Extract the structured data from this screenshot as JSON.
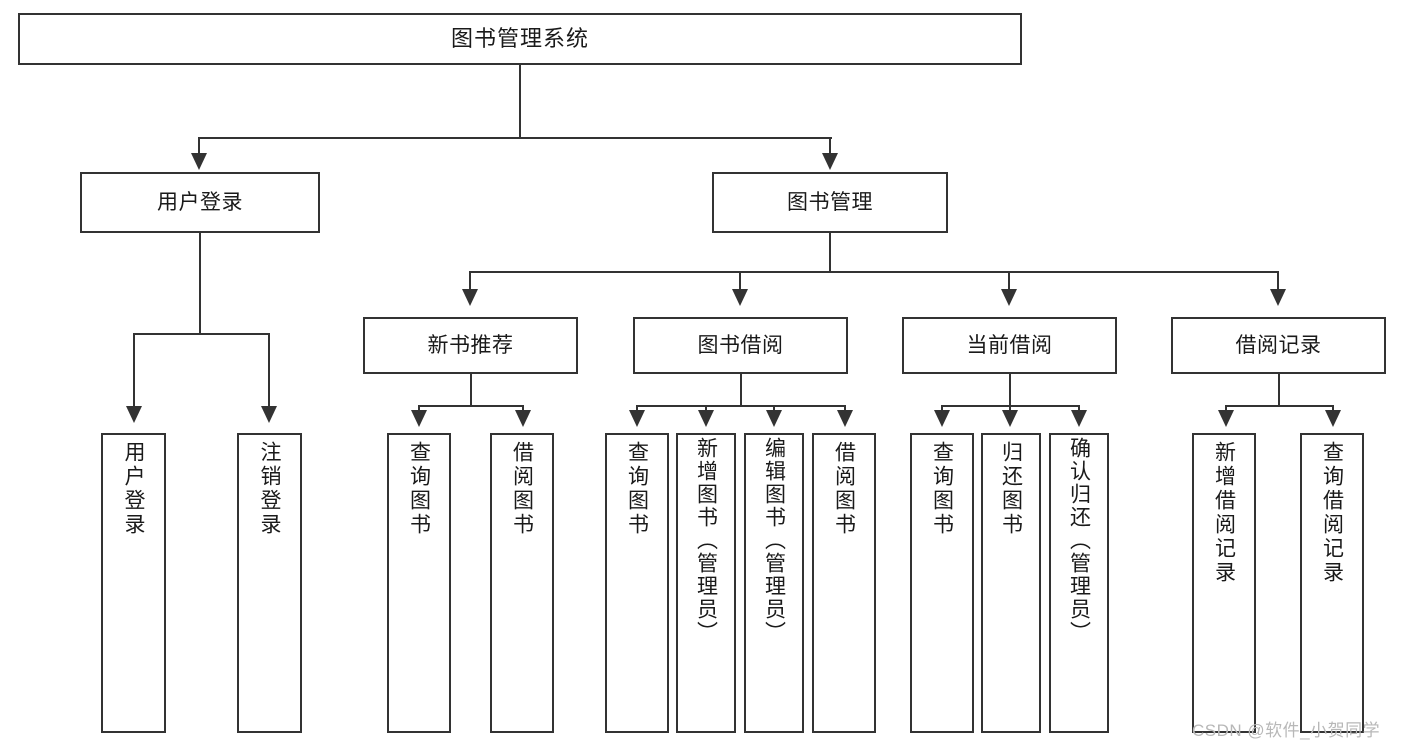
{
  "diagram": {
    "title": "图书管理系统",
    "type": "功能结构图",
    "levels": {
      "root": {
        "label": "图书管理系统"
      },
      "level2": [
        {
          "id": "user-login",
          "label": "用户登录"
        },
        {
          "id": "book-manage",
          "label": "图书管理"
        }
      ],
      "level3": [
        {
          "id": "new-book-rec",
          "label": "新书推荐",
          "parent": "book-manage"
        },
        {
          "id": "book-borrow",
          "label": "图书借阅",
          "parent": "book-manage"
        },
        {
          "id": "current-borrow",
          "label": "当前借阅",
          "parent": "book-manage"
        },
        {
          "id": "borrow-record",
          "label": "借阅记录",
          "parent": "book-manage"
        }
      ],
      "leaves": [
        {
          "id": "leaf-user-login",
          "label": "用户登录",
          "parent": "user-login"
        },
        {
          "id": "leaf-logout",
          "label": "注销登录",
          "parent": "user-login"
        },
        {
          "id": "leaf-query-book-1",
          "label": "查询图书",
          "parent": "new-book-rec"
        },
        {
          "id": "leaf-borrow-book-1",
          "label": "借阅图书",
          "parent": "new-book-rec"
        },
        {
          "id": "leaf-query-book-2",
          "label": "查询图书",
          "parent": "book-borrow"
        },
        {
          "id": "leaf-add-book",
          "label": "新增图书（管理员）",
          "parent": "book-borrow"
        },
        {
          "id": "leaf-edit-book",
          "label": "编辑图书（管理员）",
          "parent": "book-borrow"
        },
        {
          "id": "leaf-borrow-book-2",
          "label": "借阅图书",
          "parent": "book-borrow"
        },
        {
          "id": "leaf-query-book-3",
          "label": "查询图书",
          "parent": "current-borrow"
        },
        {
          "id": "leaf-return-book",
          "label": "归还图书",
          "parent": "current-borrow"
        },
        {
          "id": "leaf-confirm-return",
          "label": "确认归还（管理员）",
          "parent": "current-borrow"
        },
        {
          "id": "leaf-add-record",
          "label": "新增借阅记录",
          "parent": "borrow-record"
        },
        {
          "id": "leaf-query-record",
          "label": "查询借阅记录",
          "parent": "borrow-record"
        }
      ]
    },
    "colors": {
      "border": "#333333",
      "background": "#ffffff",
      "text": "#1a1a1a",
      "watermark": "#b8b8b8"
    }
  },
  "watermark": {
    "text": "CSDN @软件_小贺同学"
  }
}
